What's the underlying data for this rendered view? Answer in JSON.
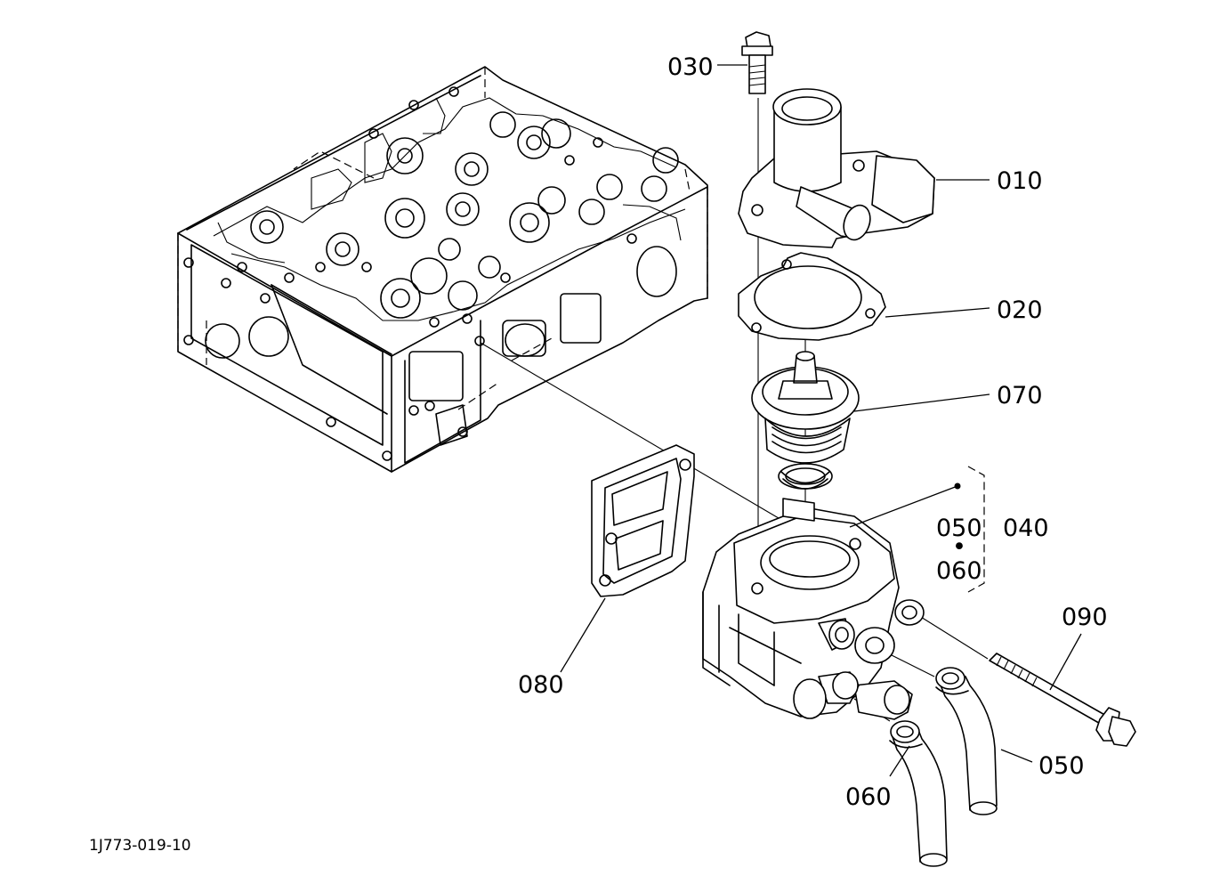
{
  "drawing_id": "1J773-019-10",
  "parts": {
    "p010": "010",
    "p020": "020",
    "p030": "030",
    "p040": "040",
    "p050_bracket": "050",
    "p050_dot": "•",
    "p060_bracket": "060",
    "p050": "050",
    "p060": "060",
    "p070": "070",
    "p080": "080",
    "p090": "090"
  }
}
